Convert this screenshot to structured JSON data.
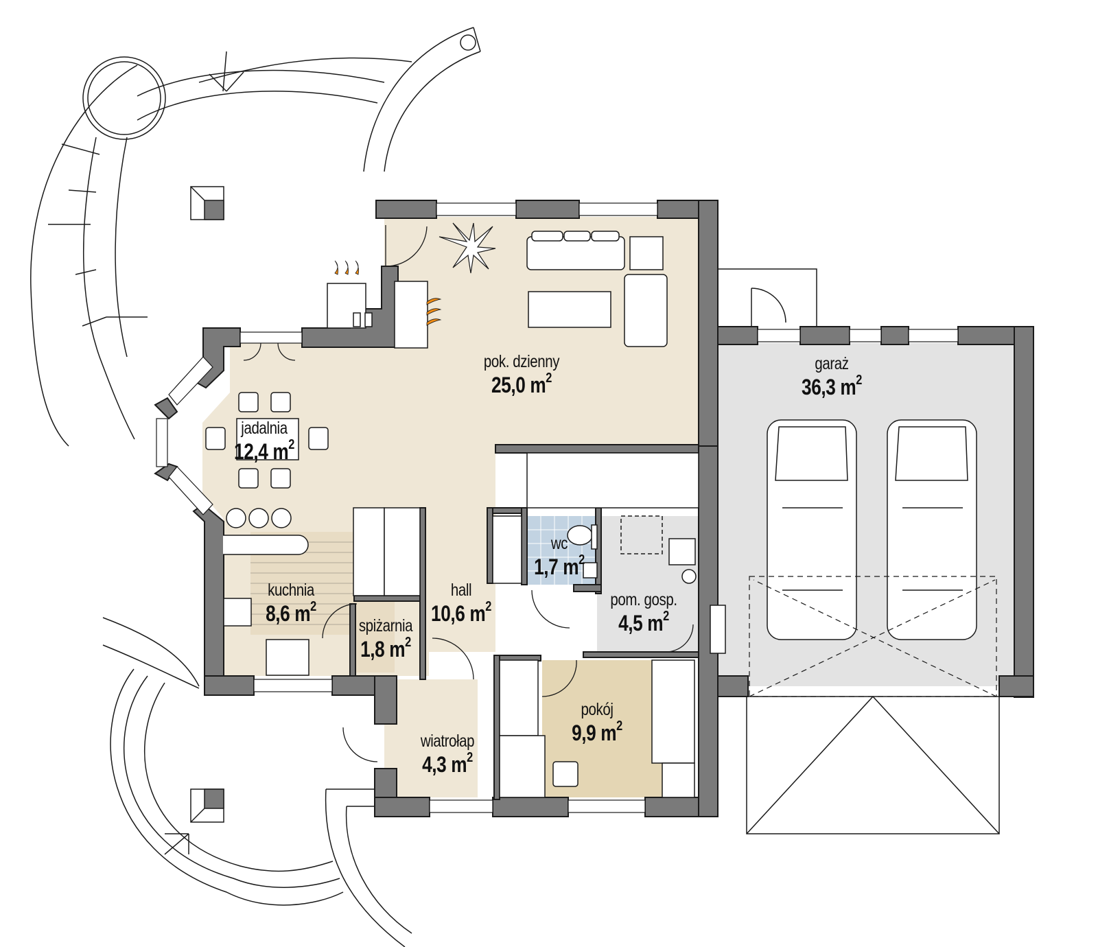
{
  "colors": {
    "wall": "#7a7a7a",
    "living_floor": "#efe7d6",
    "room_floor": "#e4d6b4",
    "garage_floor": "#e3e3e3",
    "wc_tile": "#c2d3e2",
    "fire": "#f08c14",
    "line": "#1a1a1a"
  },
  "rooms": [
    {
      "id": "pok-dzienny",
      "name": "pok. dzienny",
      "area": "25,0",
      "unit": "m",
      "exp": "2"
    },
    {
      "id": "jadalnia",
      "name": "jadalnia",
      "area": "12,4",
      "unit": "m",
      "exp": "2"
    },
    {
      "id": "garaz",
      "name": "garaż",
      "area": "36,3",
      "unit": "m",
      "exp": "2"
    },
    {
      "id": "wc",
      "name": "wc",
      "area": "1,7",
      "unit": "m",
      "exp": "2"
    },
    {
      "id": "kuchnia",
      "name": "kuchnia",
      "area": "8,6",
      "unit": "m",
      "exp": "2"
    },
    {
      "id": "hall",
      "name": "hall",
      "area": "10,6",
      "unit": "m",
      "exp": "2"
    },
    {
      "id": "pom-gosp",
      "name": "pom. gosp.",
      "area": "4,5",
      "unit": "m",
      "exp": "2"
    },
    {
      "id": "spizarnia",
      "name": "spiżarnia",
      "area": "1,8",
      "unit": "m",
      "exp": "2"
    },
    {
      "id": "pokoj",
      "name": "pokój",
      "area": "9,9",
      "unit": "m",
      "exp": "2"
    },
    {
      "id": "wiatrolap",
      "name": "wiatrołap",
      "area": "4,3",
      "unit": "m",
      "exp": "2"
    }
  ]
}
